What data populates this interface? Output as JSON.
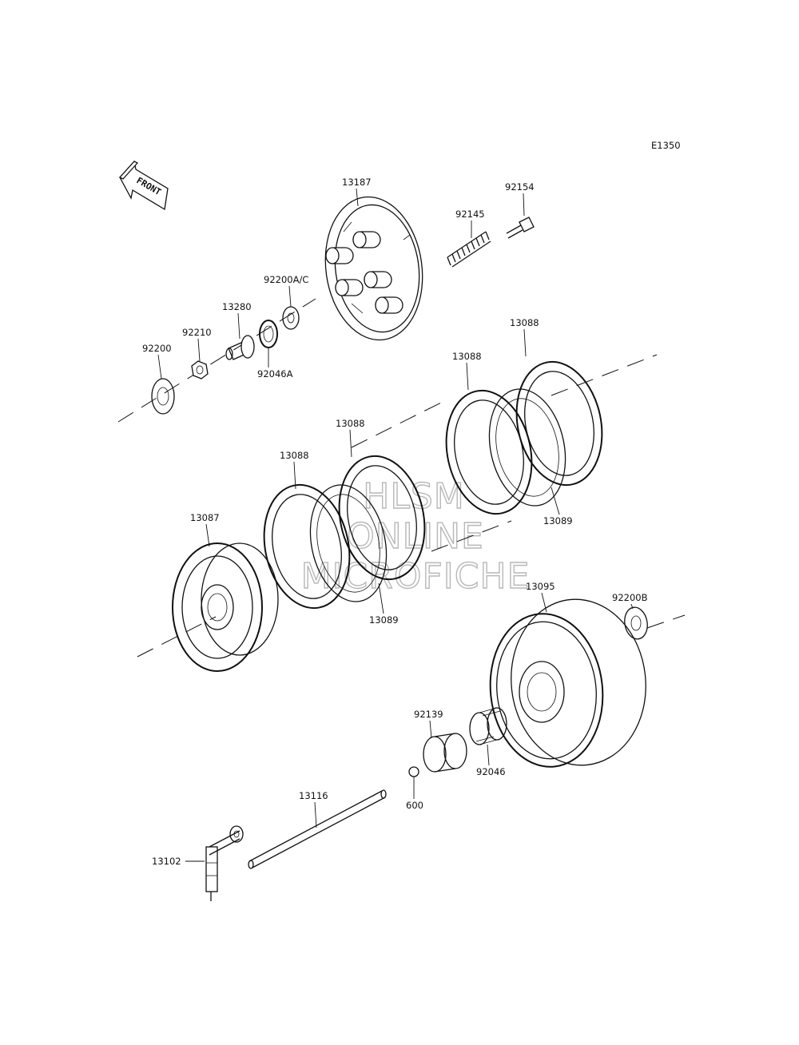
{
  "diagram_code": "E1350",
  "front_label": "FRONT",
  "watermark": [
    "HLSM",
    "ONLINE",
    "MICROFICHE"
  ],
  "parts": {
    "p13187": "13187",
    "p92154": "92154",
    "p92145": "92145",
    "p92200ac": "92200A/C",
    "p13280": "13280",
    "p92210": "92210",
    "p92200": "92200",
    "p92046a": "92046A",
    "p13088_a": "13088",
    "p13088_b": "13088",
    "p13088_c": "13088",
    "p13088_d": "13088",
    "p13089_a": "13089",
    "p13089_b": "13089",
    "p13087": "13087",
    "p13095": "13095",
    "p92200b": "92200B",
    "p92139": "92139",
    "p92046": "92046",
    "p600": "600",
    "p13116": "13116",
    "p13102": "13102"
  }
}
